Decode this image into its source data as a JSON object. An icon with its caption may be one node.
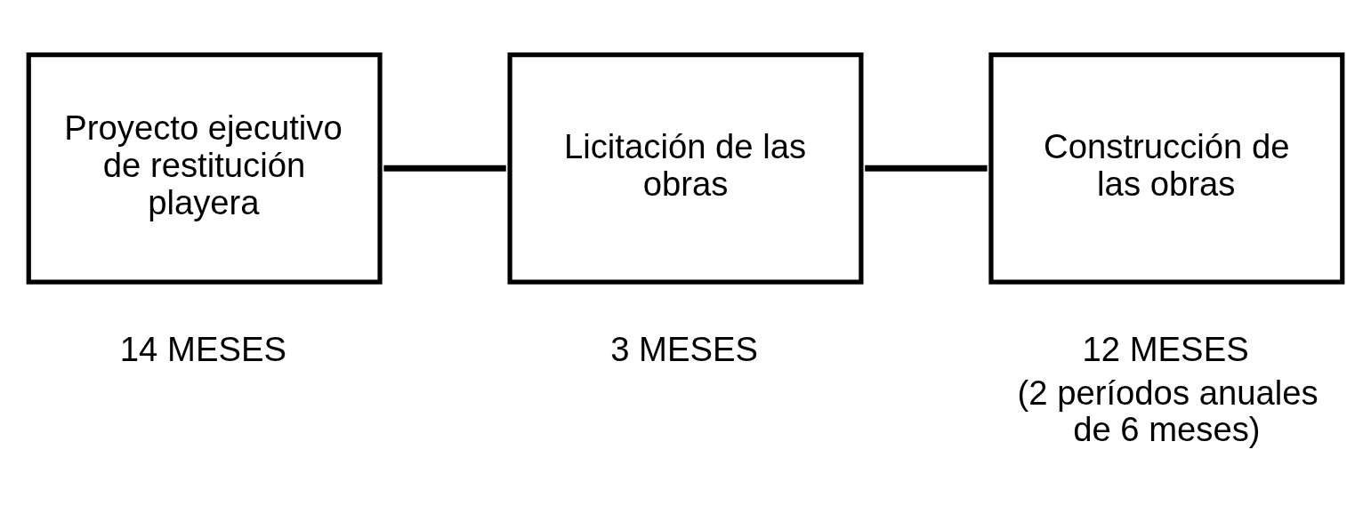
{
  "diagram": {
    "nodes": [
      {
        "text": [
          "Proyecto ejecutivo de restitución playera"
        ],
        "beside": [
          "14 MESES"
        ]
      },
      {
        "text": [
          "Licitación de las obras"
        ],
        "beside": [
          "3 MESES"
        ]
      },
      {
        "text": [
          "Construcción de las obras"
        ],
        "beside": [
          "12 MESES",
          "(2 períodos anuales de 6 meses)"
        ]
      }
    ],
    "edges": [
      {
        "from": 0,
        "to": 1,
        "arrow": "none"
      },
      {
        "from": 1,
        "to": 2,
        "arrow": "none"
      }
    ]
  }
}
